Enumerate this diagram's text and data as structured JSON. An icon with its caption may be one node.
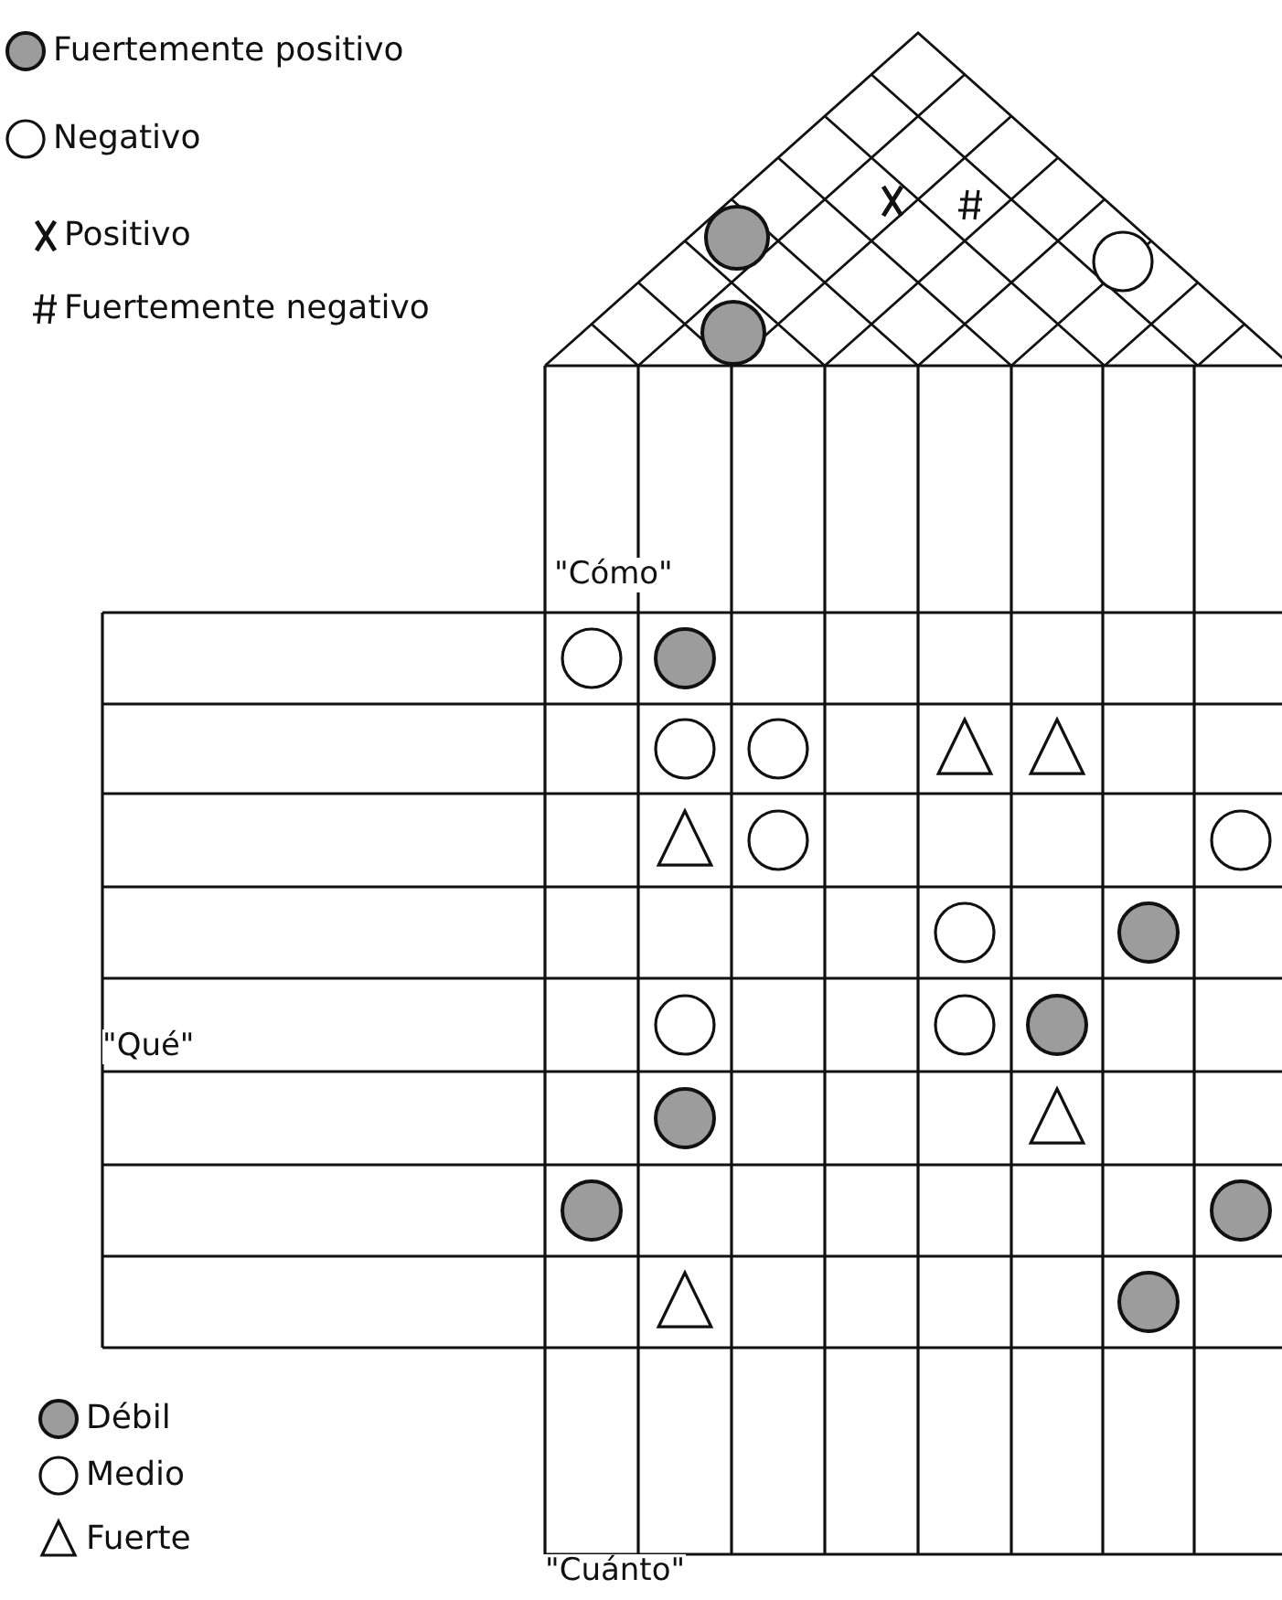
{
  "diagram": {
    "labels": [
      "\"Cómo\"",
      "\"Qué\"",
      "\"Cuánto\""
    ],
    "legend": [
      {
        "text": "Fuertemente positivo"
      },
      {
        "text": "Negativo"
      },
      {
        "text": "Positivo"
      },
      {
        "text": "Fuertemente negativo"
      },
      {
        "text": "Débil"
      },
      {
        "text": "Medio"
      },
      {
        "text": "Fuerte"
      }
    ]
  }
}
